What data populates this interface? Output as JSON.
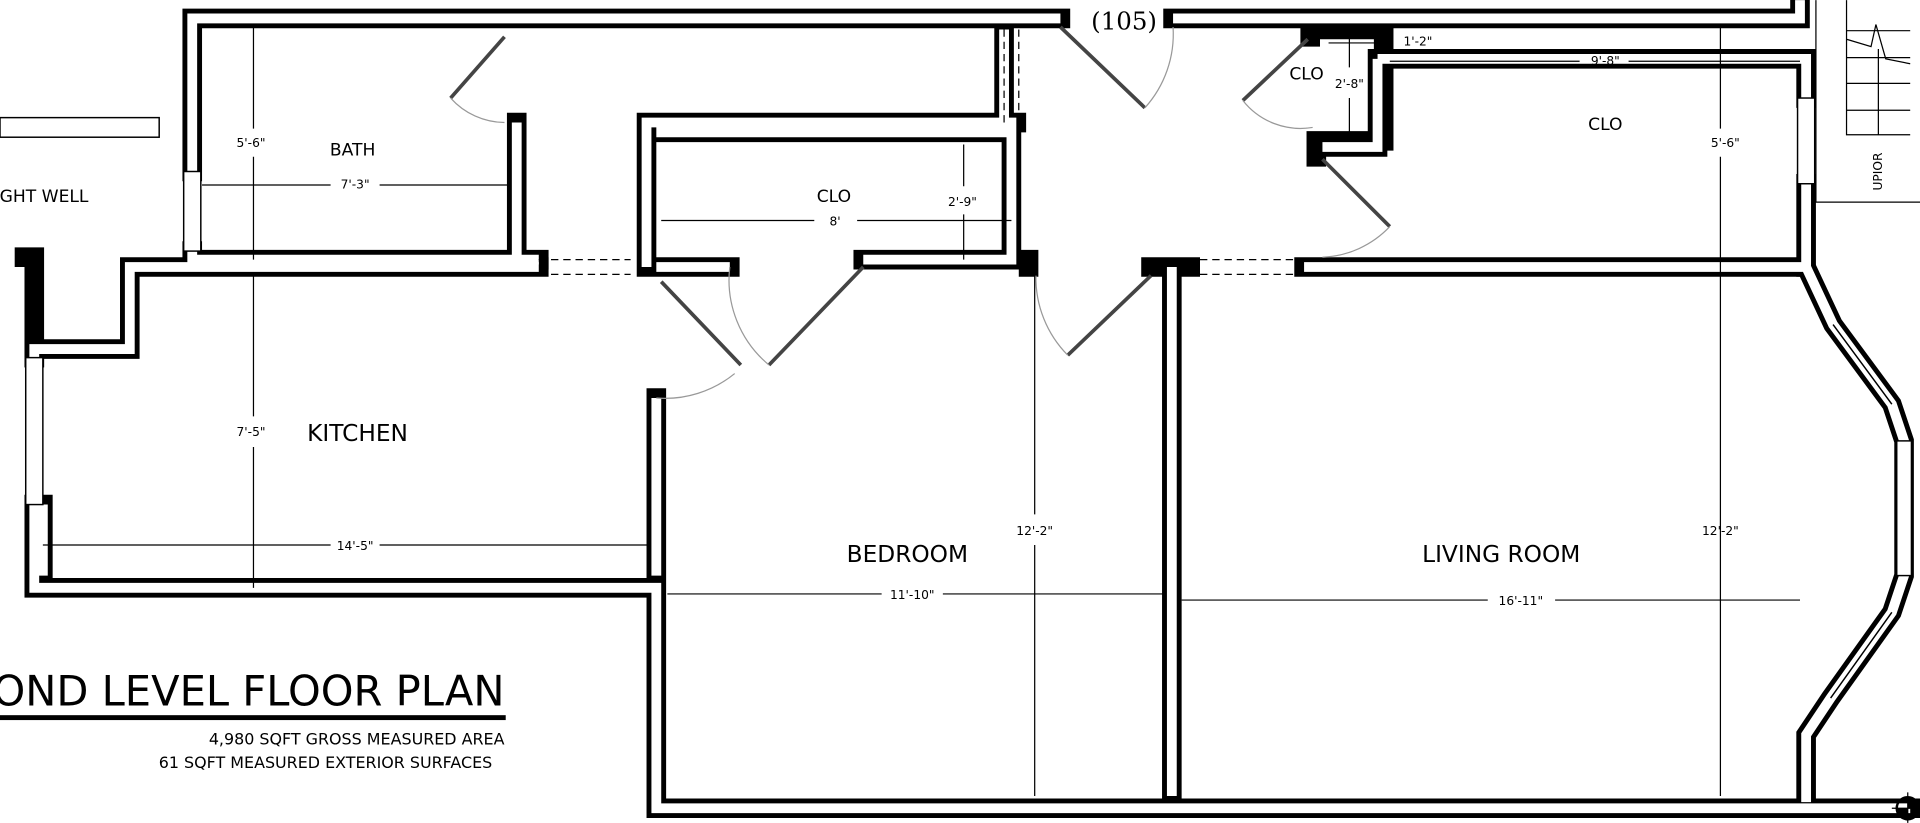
{
  "title": "OND LEVEL FLOOR PLAN",
  "subtitle_lines": [
    "4,980 SQFT GROSS MEASURED AREA",
    "61 SQFT MEASURED EXTERIOR SURFACES"
  ],
  "unit_number": "(105)",
  "rooms": {
    "bath": "BATH",
    "kitchen": "KITCHEN",
    "closet_mid": "CLO",
    "bedroom": "BEDROOM",
    "living_room": "LIVING ROOM",
    "closet_small": "CLO",
    "closet_right": "CLO",
    "light_well": "LIGHT WELL"
  },
  "stair_label": "UPIOR",
  "dimensions": {
    "bath_height": "5'-6\"",
    "bath_width": "7'-3\"",
    "closet_mid_width": "8'",
    "closet_mid_depth": "2'-9\"",
    "kitchen_height": "7'-5\"",
    "kitchen_width": "14'-5\"",
    "bedroom_height": "12'-2\"",
    "bedroom_width": "11'-10\"",
    "living_height": "12'-2\"",
    "living_width": "16'-11\"",
    "closet_right_height": "5'-6\"",
    "closet_right_width": "9'-8\"",
    "closet_small_width": "1'-2\"",
    "closet_small_depth": "2'-8\""
  }
}
